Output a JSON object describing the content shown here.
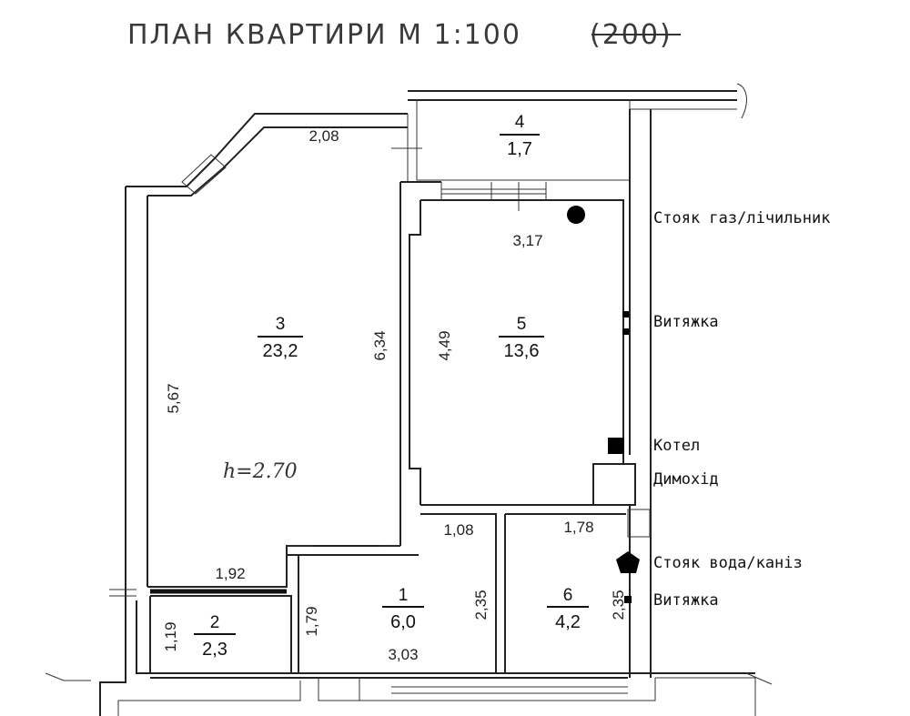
{
  "title": {
    "main": "ПЛАН КВАРТИРИ М 1:100",
    "struck": "(200)"
  },
  "rooms": [
    {
      "number": "1",
      "area": "6,0"
    },
    {
      "number": "2",
      "area": "2,3"
    },
    {
      "number": "3",
      "area": "23,2"
    },
    {
      "number": "4",
      "area": "1,7"
    },
    {
      "number": "5",
      "area": "13,6"
    },
    {
      "number": "6",
      "area": "4,2"
    }
  ],
  "dimensions": {
    "balcony_width": "2,08",
    "kitchen_width": "3,17",
    "room3_left": "5,67",
    "room3_right": "6,34",
    "kitchen_height": "4,49",
    "room2_width": "1,92",
    "room2_height": "1,19",
    "room1_left": "1,79",
    "room1_top": "1,08",
    "room1_right": "2,35",
    "room1_bottom": "3,03",
    "room6_top": "1,78",
    "room6_right": "2,35"
  },
  "ceiling_note": "h=2.70",
  "annotations": {
    "gas_riser": "Стояк газ/лічильник",
    "hood1": "Витяжка",
    "boiler": "Котел",
    "chimney": "Димохід",
    "water_riser": "Стояк вода/каніз",
    "hood2": "Витяжка"
  }
}
